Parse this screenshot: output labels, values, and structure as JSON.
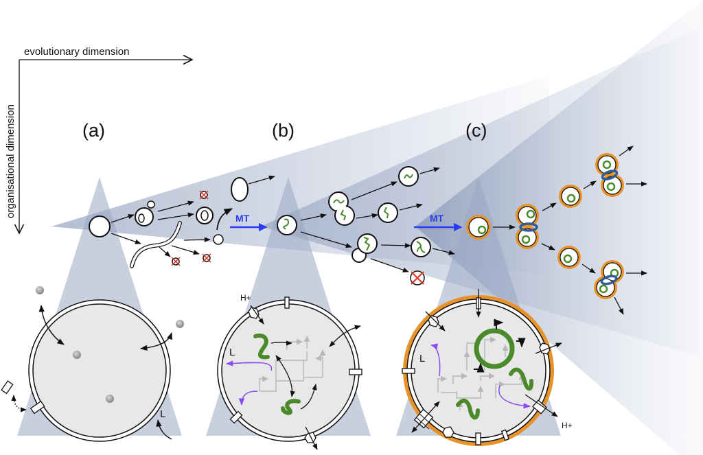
{
  "axes": {
    "horizontal_label": "evolutionary dimension",
    "vertical_label": "organisational dimension"
  },
  "panels": [
    {
      "id": "a",
      "label": "(a)"
    },
    {
      "id": "b",
      "label": "(b)"
    },
    {
      "id": "c",
      "label": "(c)"
    }
  ],
  "transitions": [
    {
      "from": "a",
      "to": "b",
      "label": "MT"
    },
    {
      "from": "b",
      "to": "c",
      "label": "MT"
    }
  ],
  "cell_labels": {
    "a_lipid": "L",
    "b_lipid": "L",
    "b_proton": "H+",
    "c_lipid": "L",
    "c_proton": "H+"
  },
  "colors": {
    "membrane": "#111111",
    "cytoplasm": "#e8e8e8",
    "genome_green": "#4a8a2a",
    "cell_wall_orange": "#e8932a",
    "division_ring_blue": "#2f5d9a",
    "mt_arrow_blue": "#2a3cf0",
    "regulation_purple": "#8a4cf0",
    "death_red": "#e03020",
    "cone_blue": "#9aa8c4",
    "network_gray": "#b8b8b8"
  }
}
